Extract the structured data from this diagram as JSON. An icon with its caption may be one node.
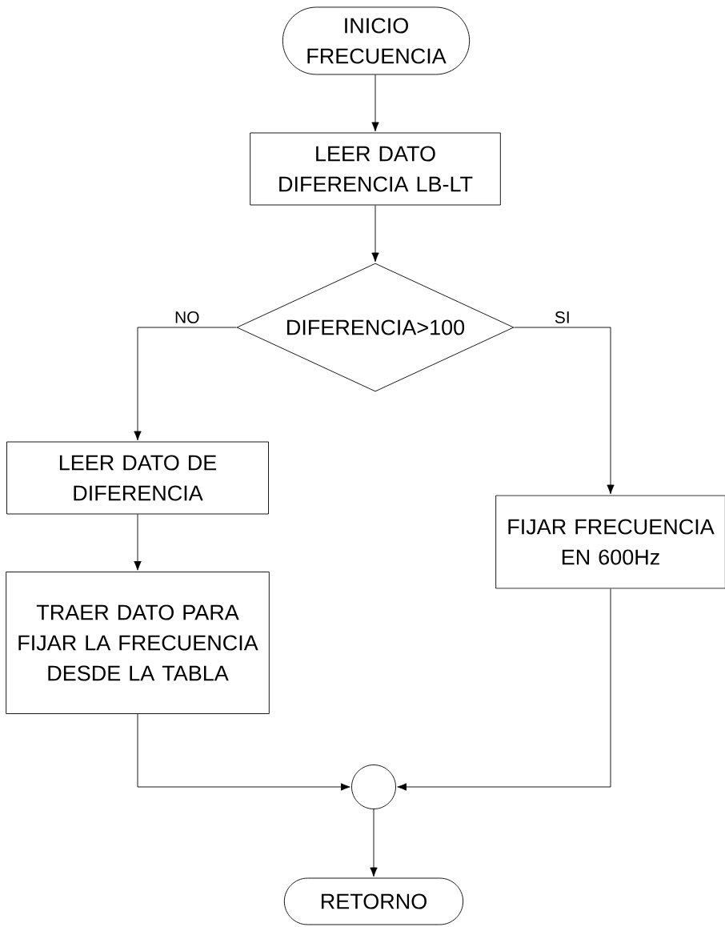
{
  "diagram": {
    "nodes": [
      {
        "text": [
          "INICIO FRECUENCIA"
        ]
      },
      {
        "text": [
          "LEER DATO DIFERENCIA LB-LT"
        ]
      },
      {
        "text": [
          "DIFERENCIA>100"
        ]
      },
      {
        "text": [
          "LEER DATO DE DIFERENCIA"
        ]
      },
      {
        "text": [
          "TRAER DATO PARA FIJAR LA FRECUENCIA DESDE LA TABLA"
        ]
      },
      {
        "text": [
          "FIJAR FRECUENCIA EN 600Hz"
        ]
      },
      {
        "text": [],
        "shape": "circle"
      },
      {
        "text": [
          "RETORNO"
        ]
      }
    ],
    "edges": [
      {
        "from": 0,
        "to": 1,
        "arrow": "to"
      },
      {
        "from": 1,
        "to": 2,
        "arrow": "to"
      },
      {
        "from": 2,
        "to": 3,
        "arrow": "to",
        "label": "NO"
      },
      {
        "from": 2,
        "to": 5,
        "arrow": "to",
        "label": "SI"
      },
      {
        "from": 3,
        "to": 4,
        "arrow": "to"
      },
      {
        "from": 4,
        "to": 6,
        "arrow": "to"
      },
      {
        "from": 5,
        "to": 6,
        "arrow": "to"
      },
      {
        "from": 6,
        "to": 7,
        "arrow": "to"
      }
    ]
  }
}
